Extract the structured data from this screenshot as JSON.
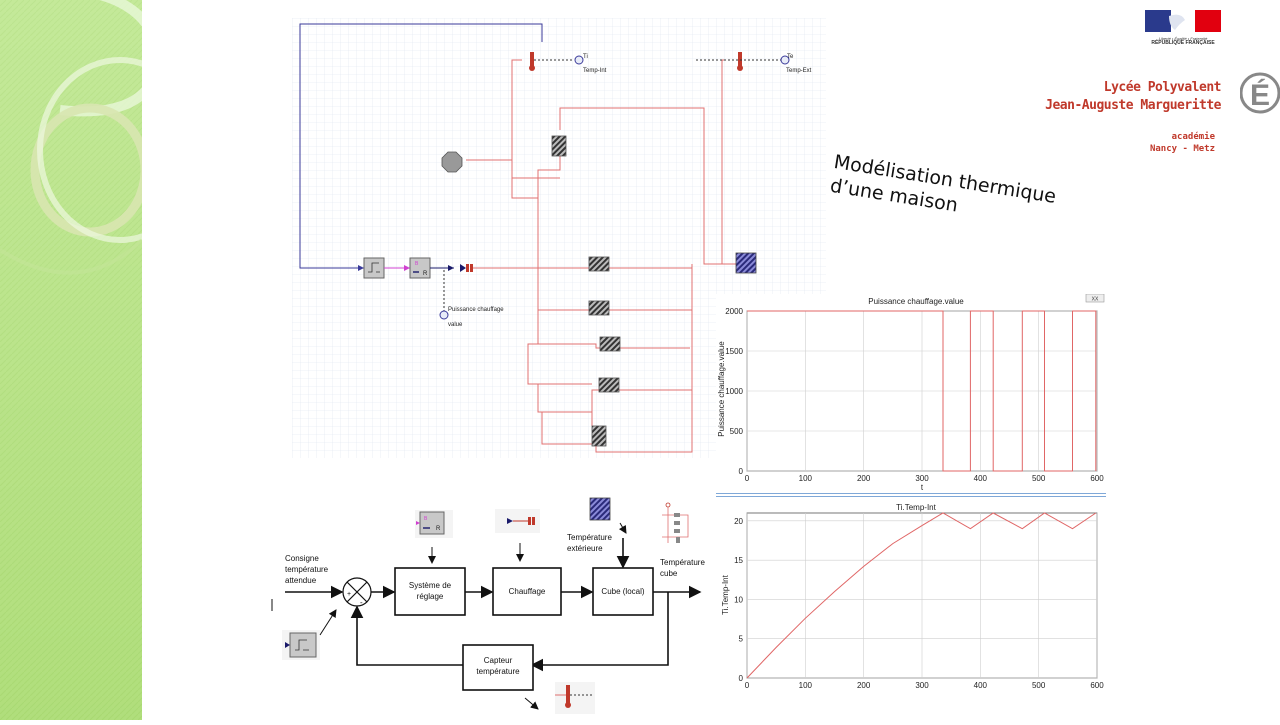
{
  "slide": {
    "title_line1": "Modélisation thermique",
    "title_line2": "d’une maison"
  },
  "logos": {
    "republique_motto": "Liberté • Égalité • Fraternité",
    "republique_name": "RÉPUBLIQUE FRANÇAISE",
    "school_line1": "Lycée Polyvalent",
    "school_line2": "Jean-Auguste Margueritte",
    "academie_line1": "académie",
    "academie_line2": "Nancy - Metz",
    "school_letter": "É"
  },
  "schematic": {
    "sensor_int_name": "Ti",
    "sensor_int_label": "Temp-Int",
    "sensor_ext_name": "Te",
    "sensor_ext_label": "Temp-Ext",
    "power_label_line1": "Puissance chauffage",
    "power_label_line2": "value",
    "block_r_label": "R",
    "block_b_label": "B"
  },
  "block_diagram": {
    "consigne_line1": "Consigne",
    "consigne_line2": "température",
    "consigne_line3": "attendue",
    "reglage_line1": "Système de",
    "reglage_line2": "réglage",
    "chauffage": "Chauffage",
    "cube": "Cube (local)",
    "temp_cube_line1": "Température",
    "temp_cube_line2": "cube",
    "temp_ext_line1": "Température",
    "temp_ext_line2": "extérieure",
    "capteur_line1": "Capteur",
    "capteur_line2": "température",
    "plus_sign": "+",
    "minus_sign": "-"
  },
  "chart_data": [
    {
      "type": "line",
      "title": "Puissance chauffage.value",
      "xlabel": "t",
      "ylabel": "Puissance chauffage.value",
      "xlim": [
        0,
        600
      ],
      "ylim": [
        0,
        2000
      ],
      "xticks": [
        0,
        100,
        200,
        300,
        400,
        500,
        600
      ],
      "yticks": [
        0,
        500,
        1000,
        1500,
        2000
      ],
      "grid": true,
      "line_color": "#e06666",
      "button_label": "XX",
      "x": [
        0,
        336,
        336,
        383,
        383,
        422,
        422,
        472,
        472,
        510,
        510,
        558,
        558,
        598,
        598
      ],
      "y": [
        2000,
        2000,
        0,
        0,
        2000,
        2000,
        0,
        0,
        2000,
        2000,
        0,
        0,
        2000,
        2000,
        0
      ]
    },
    {
      "type": "line",
      "title": "Ti.Temp-Int",
      "xlabel": "t",
      "ylabel": "Ti.Temp-Int",
      "xlim": [
        0,
        600
      ],
      "ylim": [
        0,
        21
      ],
      "xticks": [
        0,
        100,
        200,
        300,
        400,
        500,
        600
      ],
      "yticks": [
        0,
        5,
        10,
        15,
        20
      ],
      "grid": true,
      "line_color": "#e06666",
      "x": [
        0,
        50,
        100,
        150,
        200,
        250,
        300,
        336,
        383,
        422,
        472,
        510,
        558,
        598
      ],
      "y": [
        0,
        3.9,
        7.6,
        11.0,
        14.2,
        17.1,
        19.4,
        21,
        19,
        21,
        19,
        21,
        19,
        21
      ]
    }
  ]
}
